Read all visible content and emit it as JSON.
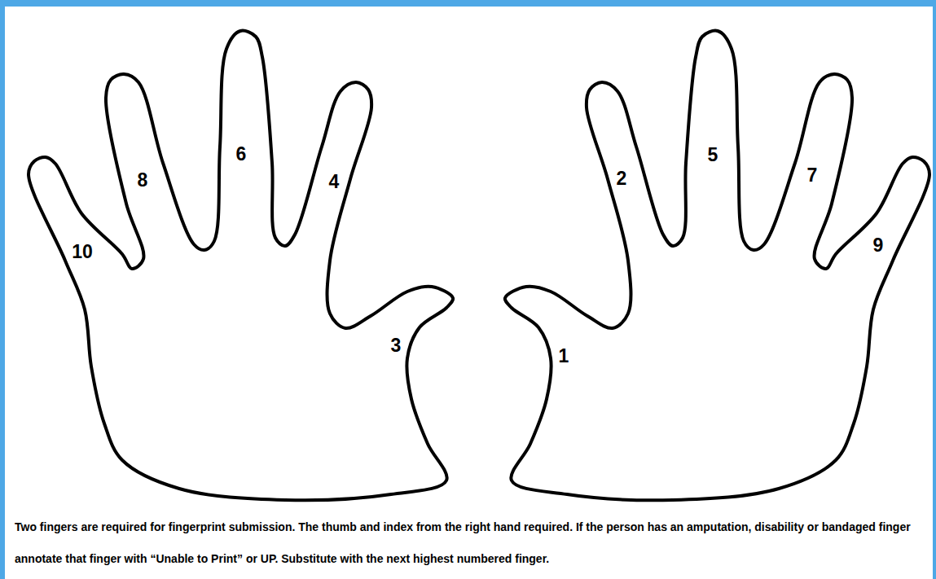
{
  "diagram": {
    "labels": [
      "6",
      "5",
      "8",
      "4",
      "2",
      "7",
      "10",
      "9",
      "3",
      "1",
      "Two fingers are required for fingerprint submission. The thumb and index from the right hand required. If the person has an amputation, disability or bandaged finger annotate that finger with “Unable to Print” or UP. Substitute with the next highest numbered finger."
    ]
  }
}
